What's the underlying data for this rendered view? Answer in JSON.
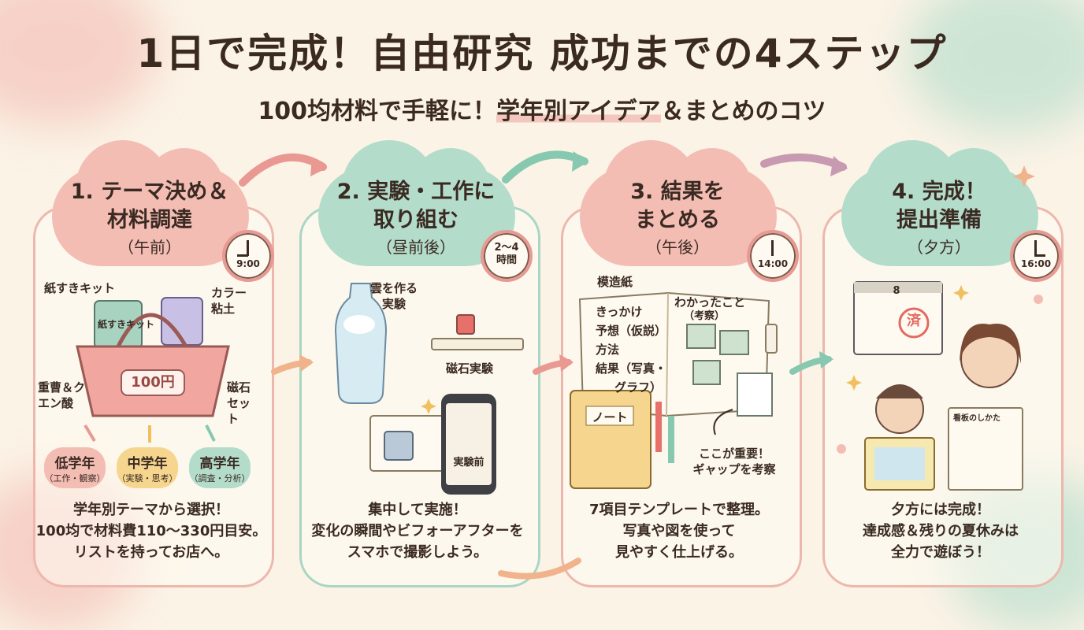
{
  "title": "1日で完成！自由研究 成功までの4ステップ",
  "subtitle": {
    "lead": "100均材料で手軽に！",
    "highlight": "学年別アイデア",
    "tail": "＆まとめのコツ"
  },
  "steps": [
    {
      "title_line1": "1. テーマ決め＆",
      "title_line2": "材料調達",
      "time": "（午前）",
      "clock": "9:00",
      "desc": [
        "学年別テーマから選択！",
        "100均で材料費110〜330円目安。",
        "リストを持ってお店へ。"
      ]
    },
    {
      "title_line1": "2. 実験・工作に",
      "title_line2": "取り組む",
      "time": "（昼前後）",
      "clock_line1": "2〜4",
      "clock_line2": "時間",
      "desc": [
        "集中して実施！",
        "変化の瞬間やビフォーアフターを",
        "スマホで撮影しよう。"
      ]
    },
    {
      "title_line1": "3. 結果を",
      "title_line2": "まとめる",
      "time": "（午後）",
      "clock": "14:00",
      "desc": [
        "7項目テンプレートで整理。",
        "写真や図を使って",
        "見やすく仕上げる。"
      ]
    },
    {
      "title_line1": "4. 完成！",
      "title_line2": "提出準備",
      "time": "（夕方）",
      "clock": "16:00",
      "desc": [
        "夕方には完成！",
        "達成感＆残りの夏休みは",
        "全力で遊ぼう！"
      ]
    }
  ],
  "step1": {
    "kit_label": "紙すきキット",
    "box_label": "紙すきキット",
    "clay_label": "カラー粘土",
    "soda_label": "重曹＆クエン酸",
    "magnet_label": "磁石セット",
    "basket_price": "100円",
    "grades": [
      {
        "name": "低学年",
        "note": "（工作・観察）"
      },
      {
        "name": "中学年",
        "note": "（実験・思考）"
      },
      {
        "name": "高学年",
        "note": "（調査・分析）"
      }
    ]
  },
  "step2": {
    "cloud_label": "雲を作る実験",
    "magnet_label": "磁石実験",
    "phone_label": "実験前"
  },
  "step3": {
    "paper_label": "模造紙",
    "left_items": [
      "きっかけ",
      "予想（仮説）",
      "方法",
      "結果（写真・",
      "グラフ）"
    ],
    "right_heading": "わかったこと",
    "right_sub": "（考察）",
    "notebook_label": "ノート",
    "note_line1": "ここが重要！",
    "note_line2": "ギャップを考察"
  },
  "step4": {
    "calendar_date": "8",
    "stamp": "済",
    "poster_label": "看板のしかた"
  },
  "colors": {
    "pink": "#e99892",
    "mint": "#86c8b0",
    "cream": "#fbf3e6",
    "ink": "#3a2a22"
  }
}
